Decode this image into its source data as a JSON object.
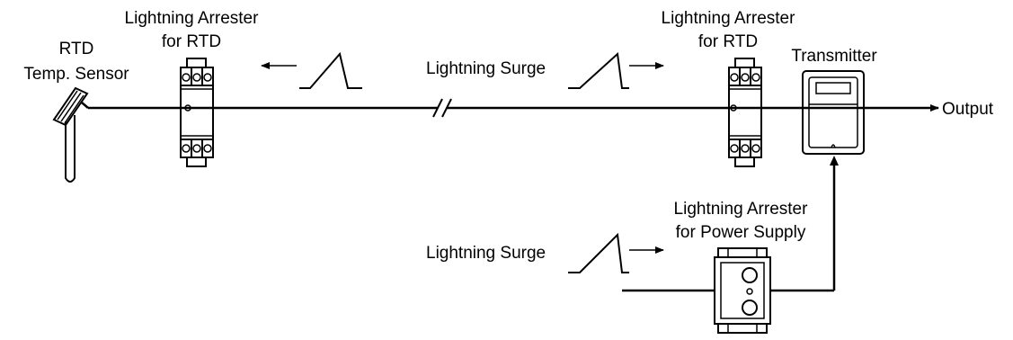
{
  "labels": {
    "rtd": "RTD",
    "temp_sensor": "Temp. Sensor",
    "arrester_left_line1": "Lightning Arrester",
    "arrester_left_line2": "for RTD",
    "arrester_right_line1": "Lightning Arrester",
    "arrester_right_line2": "for RTD",
    "transmitter": "Transmitter",
    "output": "Output",
    "surge_top": "Lightning Surge",
    "surge_bottom": "Lightning Surge",
    "arrester_power_line1": "Lightning Arrester",
    "arrester_power_line2": "for Power Supply"
  },
  "colors": {
    "stroke": "#000000",
    "background": "#ffffff"
  }
}
